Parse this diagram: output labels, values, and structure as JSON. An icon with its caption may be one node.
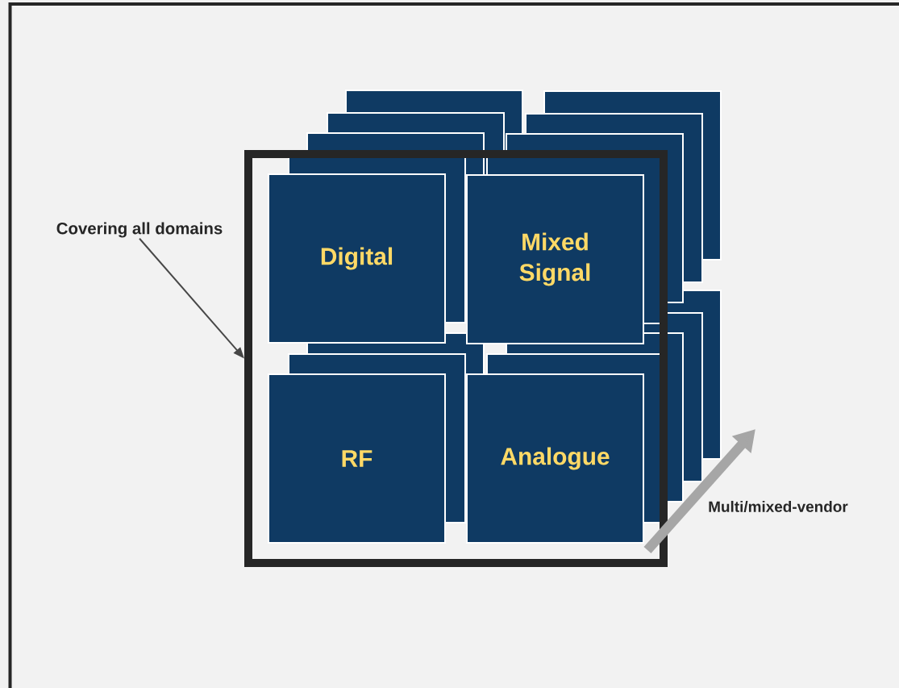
{
  "diagram": {
    "nodes": [
      {
        "text": [
          "Covering all domains"
        ]
      },
      {
        "text": [],
        "shape": "box"
      },
      {
        "text": [
          "Digital"
        ],
        "in": 1
      },
      {
        "text": [
          "Mixed Signal"
        ],
        "in": 1
      },
      {
        "text": [
          "RF"
        ],
        "in": 1
      },
      {
        "text": [
          "Analogue"
        ],
        "in": 1
      }
    ],
    "edges": [
      {
        "from": 0,
        "to": 1,
        "arrow": "to"
      }
    ],
    "labels": [
      "Multi/mixed-vendor"
    ]
  }
}
